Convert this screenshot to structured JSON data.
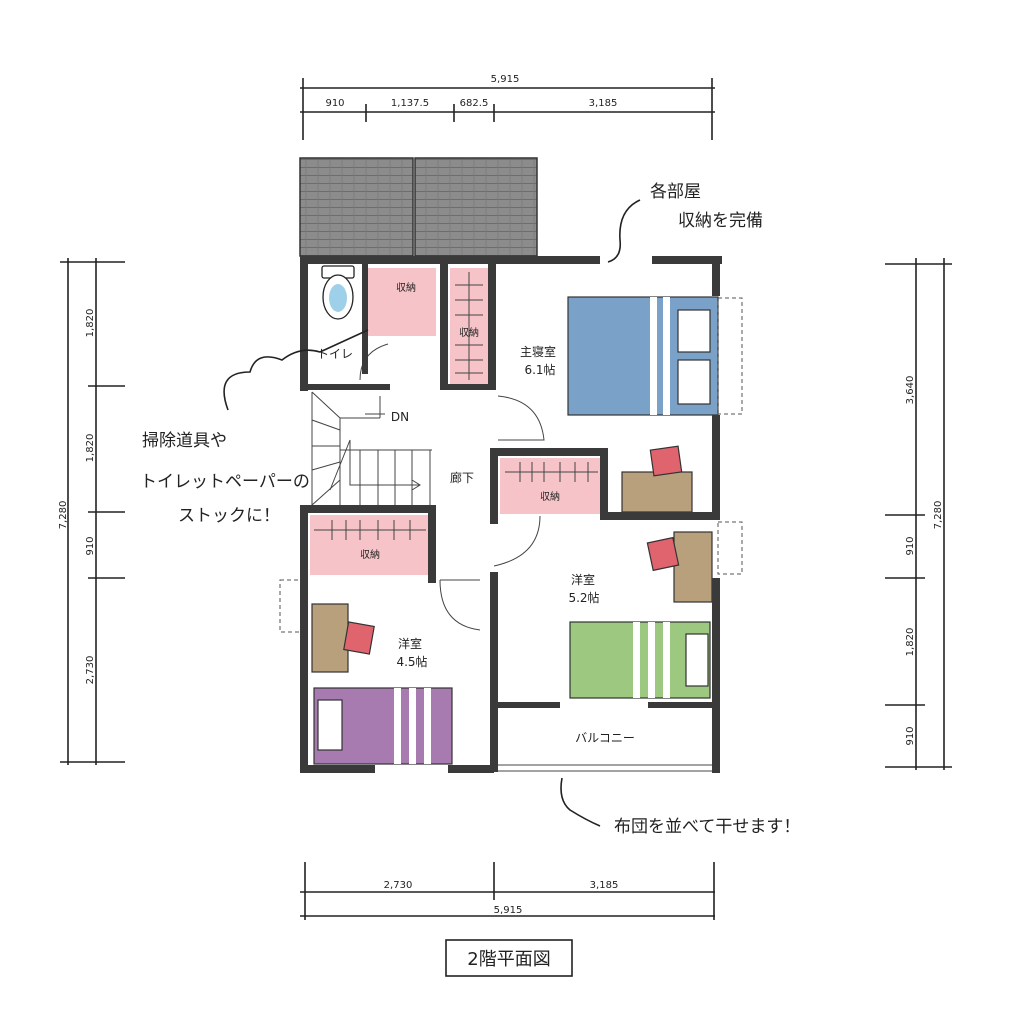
{
  "colors": {
    "wall": "#3a3a3a",
    "storage": "#f6c4c8",
    "master_bed": "#7aa2c8",
    "room_bed": "#9cc97f",
    "small_bed": "#a77bb0",
    "desk": "#b8a07c",
    "chair": "#e0646e",
    "toilet": "#9fd0ea",
    "roof": "#8c8c8c"
  },
  "dimensions": {
    "top_total": "5,915",
    "top_segments": [
      "910",
      "1,137.5",
      "682.5",
      "3,185"
    ],
    "bottom_segments": [
      "2,730",
      "3,185"
    ],
    "bottom_total": "5,915",
    "left_total": "7,280",
    "left_segments": [
      "1,820",
      "1,820",
      "910",
      "2,730"
    ],
    "right_total": "7,280",
    "right_segments": [
      "3,640",
      "910",
      "1,820",
      "910"
    ]
  },
  "rooms": {
    "master": "主寝室",
    "master_size": "6.1帖",
    "western_right": "洋室",
    "western_right_size": "5.2帖",
    "western_left": "洋室",
    "western_left_size": "4.5帖",
    "toilet": "トイレ",
    "hallway": "廊下",
    "balcony": "バルコニー",
    "stair_dn": "DN",
    "storage": "収納"
  },
  "notes": {
    "top_line1": "各部屋",
    "top_line2": "収納を完備",
    "left_line1": "掃除道具や",
    "left_line2": "トイレットペーパーの",
    "left_line3": "ストックに！",
    "bottom": "布団を並べて干せます！"
  },
  "title": "2階平面図"
}
